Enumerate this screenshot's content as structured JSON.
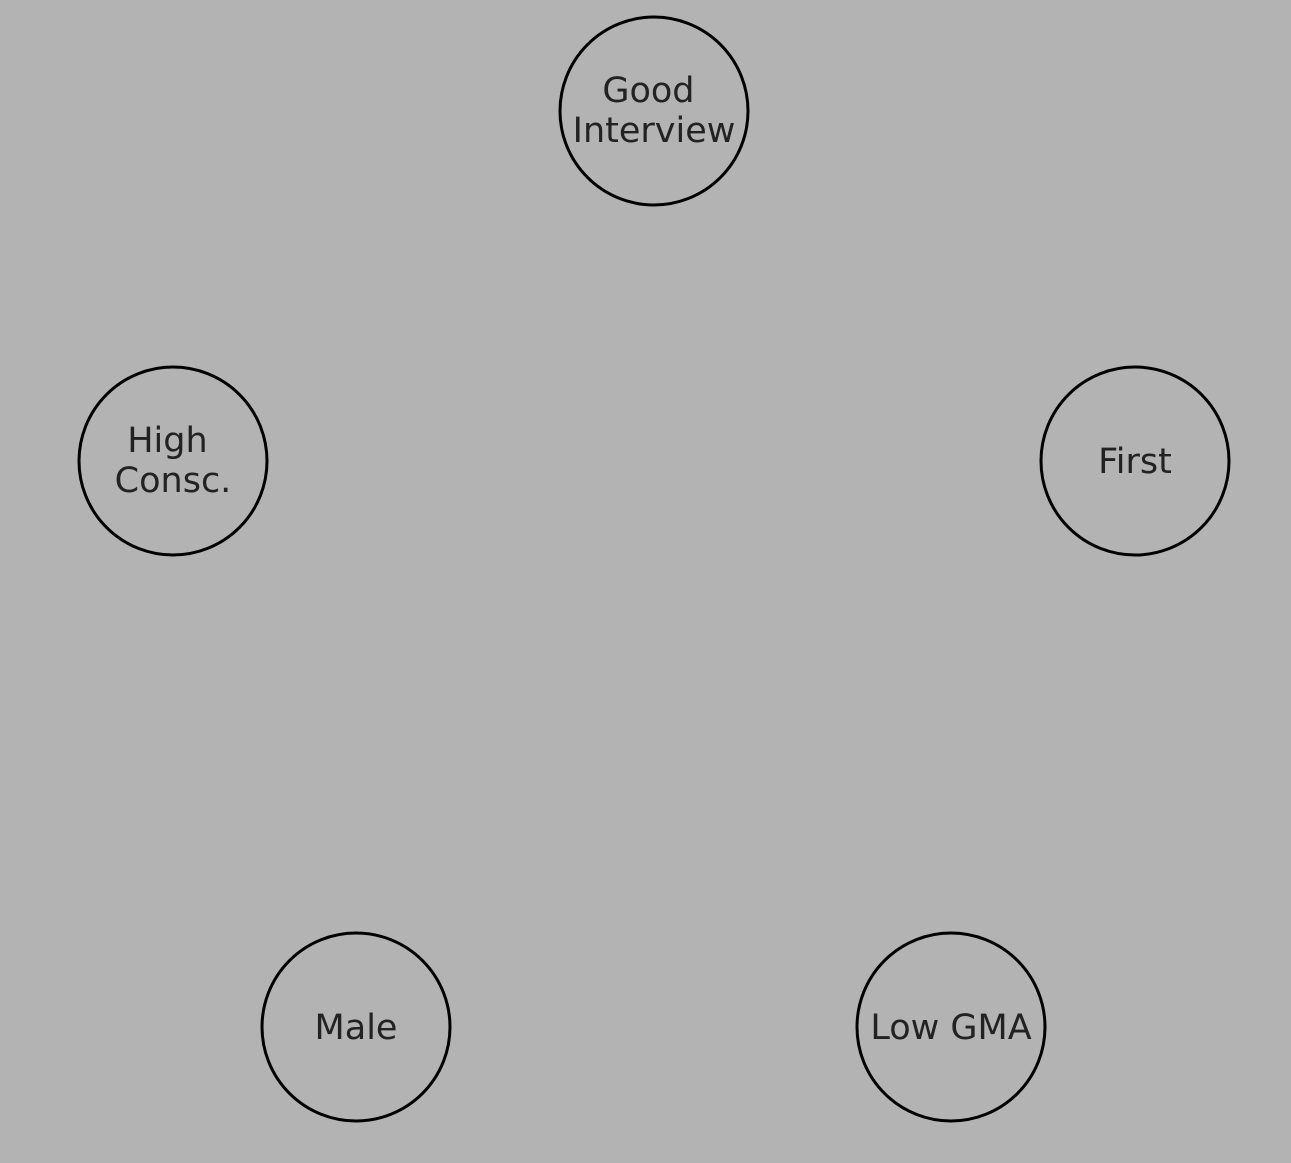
{
  "diagram": {
    "background_color": "#b3b3b3",
    "stroke_color": "#000000",
    "text_color": "#222222",
    "nodes": [
      {
        "id": "good-interview",
        "lines": [
          "Good",
          "Interview"
        ]
      },
      {
        "id": "first",
        "lines": [
          "First"
        ]
      },
      {
        "id": "low-gma",
        "lines": [
          "Low GMA"
        ]
      },
      {
        "id": "male",
        "lines": [
          "Male"
        ]
      },
      {
        "id": "high-consc",
        "lines": [
          "High",
          "Consc."
        ]
      }
    ]
  }
}
